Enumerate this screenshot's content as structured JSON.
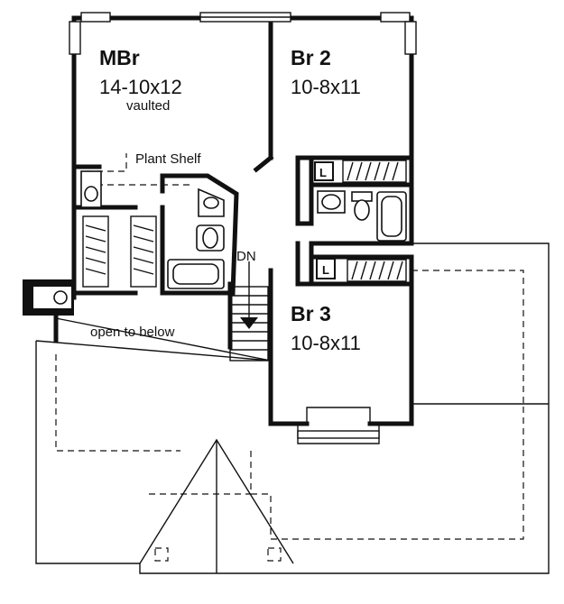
{
  "rooms": {
    "mbr": {
      "name": "MBr",
      "size": "14-10x12",
      "note": "vaulted"
    },
    "br2": {
      "name": "Br 2",
      "size": "10-8x11"
    },
    "br3": {
      "name": "Br 3",
      "size": "10-8x11"
    }
  },
  "labels": {
    "plant_shelf": "Plant Shelf",
    "down": "DN",
    "open_to_below": "open to below",
    "linen_1": "L",
    "linen_2": "L"
  }
}
